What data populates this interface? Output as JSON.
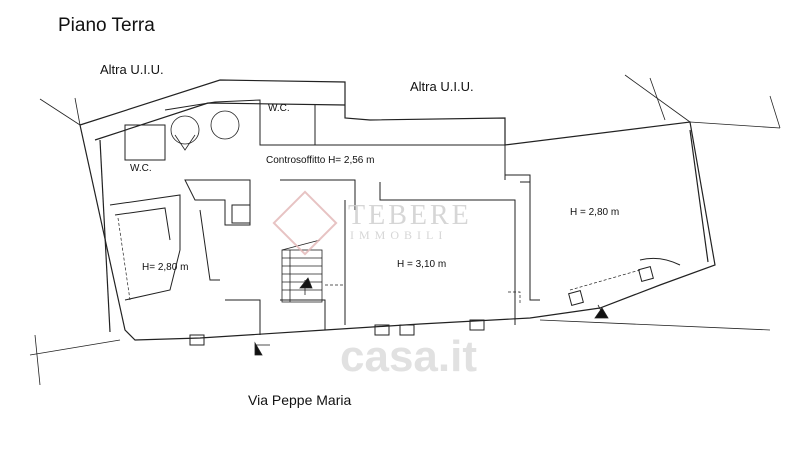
{
  "title": "Piano Terra",
  "neighbors": {
    "left": "Altra U.I.U.",
    "right": "Altra U.I.U."
  },
  "rooms": {
    "wc_top": "W.C.",
    "wc_left": "W.C.",
    "ceiling": "Controsoffitto H= 2,56 m",
    "left_room": "H= 2,80 m",
    "center_room": "H = 3,10 m",
    "right_room": "H = 2,80 m"
  },
  "street": "Via Peppe Maria",
  "watermarks": {
    "brand": "TEBERE",
    "brand_sub": "IMMOBILI",
    "site": "casa.it"
  },
  "colors": {
    "line": "#222222",
    "watermark": "#d9b3b3",
    "watermark_grey": "#c8c8c8"
  }
}
